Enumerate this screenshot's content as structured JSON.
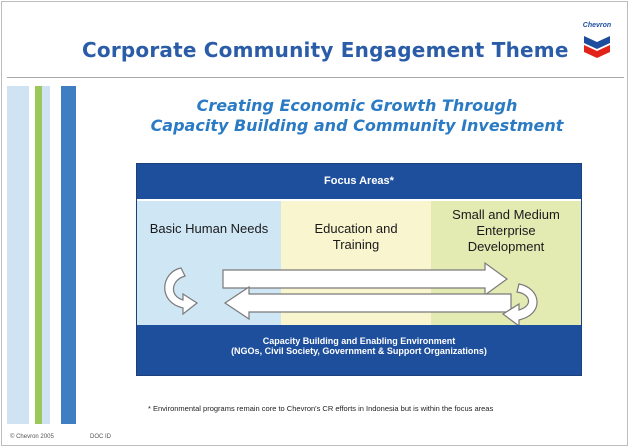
{
  "slide": {
    "title": "Corporate Community Engagement Theme",
    "subtitle_lines": [
      "Creating Economic Growth Through",
      "Capacity Building and Community Investment"
    ],
    "logo": {
      "icon": "chevron-logo-icon",
      "text": "Chevron",
      "colors": [
        "#1d4e9e",
        "#e2231a"
      ]
    },
    "footnote": "* Environmental programs remain core to Chevron's CR efforts in Indonesia but is within the focus areas",
    "copyright": "© Chevron 2005",
    "doc_id": "DOC ID"
  },
  "diagram": {
    "header": "Focus Areas*",
    "columns": [
      {
        "label": "Basic Human Needs",
        "color": "#cfe6f5"
      },
      {
        "label": "Education and Training",
        "color": "#f8f5cf"
      },
      {
        "label": "Small and Medium Enterprise Development",
        "color": "#e3eab2"
      }
    ],
    "footer_lines": [
      "Capacity Building and Enabling Environment",
      "(NGOs, Civil Society, Government & Support Organizations)"
    ],
    "bar_color": "#1e4f9c"
  },
  "colors": {
    "title": "#2a5ca8",
    "subtitle": "#2a7bc4",
    "stripes": [
      "#cfe3f3",
      "#9bc85a",
      "#cfe3f3",
      "#3f7ec3"
    ]
  }
}
